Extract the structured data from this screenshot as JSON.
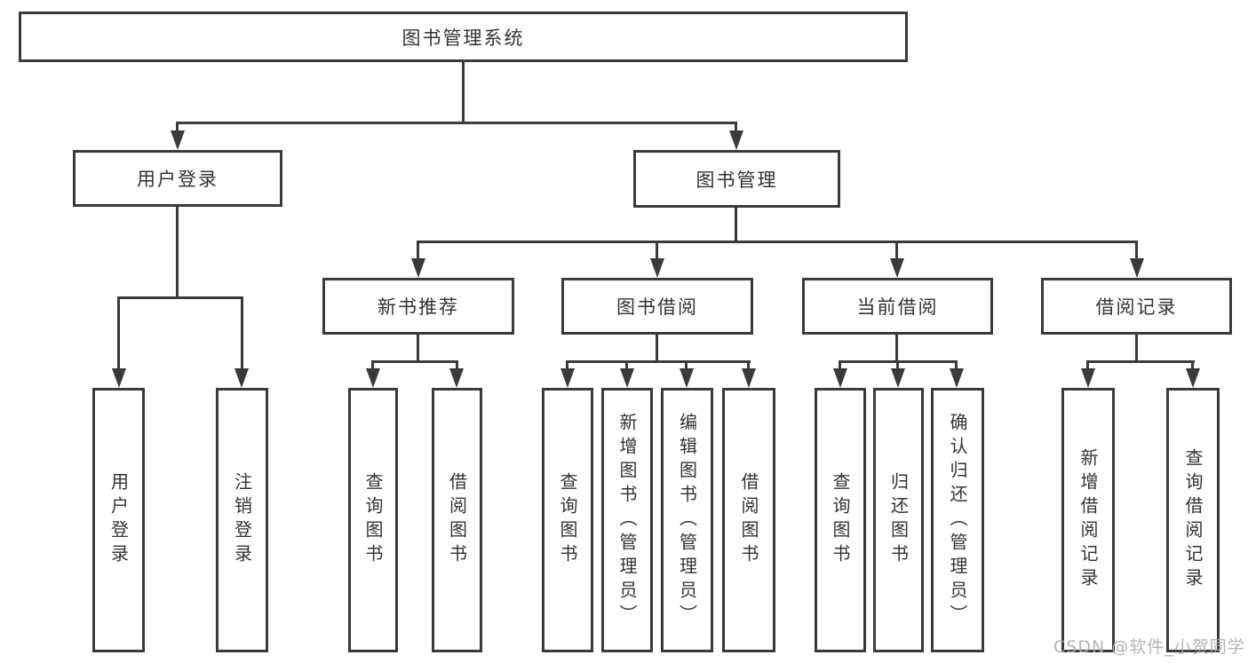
{
  "colors": {
    "line": "#3a3a3a",
    "text": "#333333",
    "background": "#ffffff",
    "watermark": "#acacac"
  },
  "watermark": "CSDN @软件_小贺同学",
  "tree": {
    "label": "图书管理系统",
    "children": [
      {
        "label": "用户登录",
        "children": [
          {
            "label": "用户登录"
          },
          {
            "label": "注销登录"
          }
        ]
      },
      {
        "label": "图书管理",
        "children": [
          {
            "label": "新书推荐",
            "children": [
              {
                "label": "查询图书"
              },
              {
                "label": "借阅图书"
              }
            ]
          },
          {
            "label": "图书借阅",
            "children": [
              {
                "label": "查询图书"
              },
              {
                "label": "新增图书（管理员）"
              },
              {
                "label": "编辑图书（管理员）"
              },
              {
                "label": "借阅图书"
              }
            ]
          },
          {
            "label": "当前借阅",
            "children": [
              {
                "label": "查询图书"
              },
              {
                "label": "归还图书"
              },
              {
                "label": "确认归还（管理员）"
              }
            ]
          },
          {
            "label": "借阅记录",
            "children": [
              {
                "label": "新增借阅记录"
              },
              {
                "label": "查询借阅记录"
              }
            ]
          }
        ]
      }
    ]
  }
}
